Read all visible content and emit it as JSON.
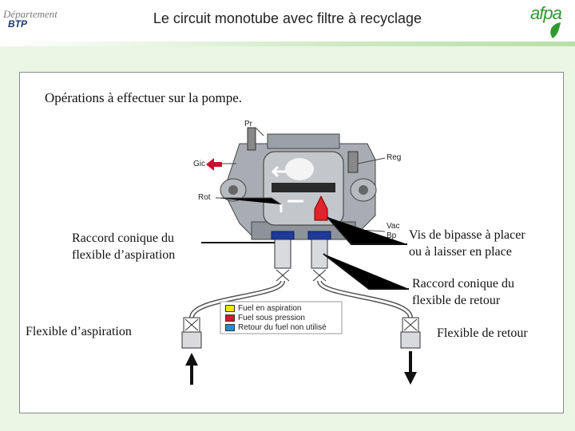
{
  "header": {
    "title": "Le circuit monotube avec filtre à recyclage",
    "logo_left_line1": "Département",
    "logo_left_line2": "BTP",
    "logo_right": "afpa"
  },
  "diagram": {
    "heading": "Opérations à effectuer sur la pompe.",
    "pump_labels": {
      "pr": "Pr",
      "gic": "Gic",
      "rot": "Rot",
      "reg": "Reg",
      "vac": "Vac",
      "bp": "Bp"
    },
    "callouts": {
      "suction_fitting_line1": "Raccord conique du",
      "suction_fitting_line2": "flexible d’aspiration",
      "bypass_screw_line1": "Vis de bipasse à placer",
      "bypass_screw_line2": "ou à laisser en place",
      "return_fitting_line1": "Raccord conique du",
      "return_fitting_line2": "flexible de retour",
      "suction_hose": "Flexible d’aspiration",
      "return_hose": "Flexible de retour"
    },
    "legend": [
      {
        "label": "Fuel en aspiration",
        "color": "#f2e600"
      },
      {
        "label": "Fuel sous pression",
        "color": "#d8182a"
      },
      {
        "label": "Retour du fuel non utilisé",
        "color": "#1e8fd6"
      }
    ]
  }
}
